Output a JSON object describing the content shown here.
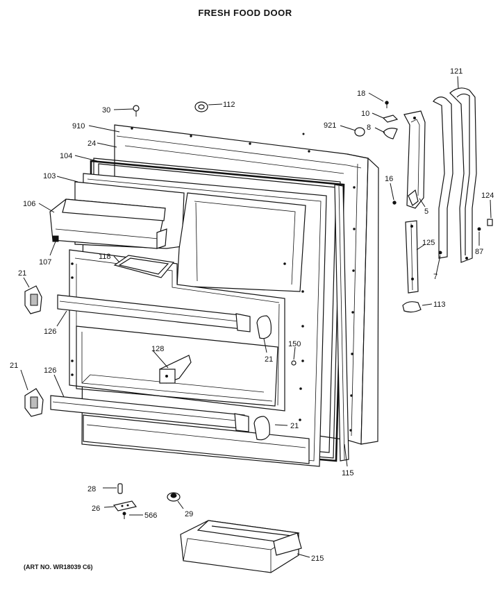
{
  "title": "FRESH FOOD DOOR",
  "art_no": "(ART NO. WR18039 C6)",
  "callouts": {
    "p30": "30",
    "p112": "112",
    "p910": "910",
    "p24": "24",
    "p104": "104",
    "p103": "103",
    "p106": "106",
    "p107": "107",
    "p118": "118",
    "p21a": "21",
    "p126a": "126",
    "p21b": "21",
    "p128": "128",
    "p150": "150",
    "p21c": "21",
    "p21d": "21",
    "p126b": "126",
    "p115": "115",
    "p18": "18",
    "p10": "10",
    "p921": "921",
    "p8": "8",
    "p16": "16",
    "p5": "5",
    "p121": "121",
    "p124": "124",
    "p87": "87",
    "p125": "125",
    "p7": "7",
    "p113": "113",
    "p28": "28",
    "p26": "26",
    "p566": "566",
    "p29": "29",
    "p215": "215"
  }
}
